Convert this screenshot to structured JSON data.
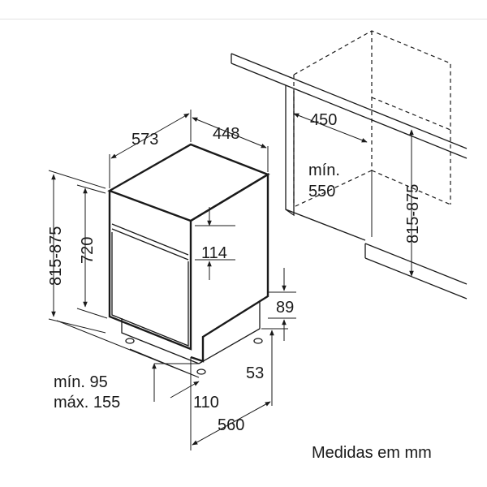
{
  "dimensions": {
    "width_left": "573",
    "depth_top": "448",
    "niche_depth": "450",
    "min_label": "mín.",
    "min_depth": "550",
    "niche_height": "815-875",
    "total_height": "815-875",
    "body_height": "720",
    "panel_gap": "114",
    "plinth_height": "89",
    "plinth_offset": "53",
    "door_min": "mín. 95",
    "door_max": "máx. 155",
    "foot_width": "110",
    "total_depth": "560"
  },
  "footer": {
    "units_note": "Medidas em mm"
  }
}
